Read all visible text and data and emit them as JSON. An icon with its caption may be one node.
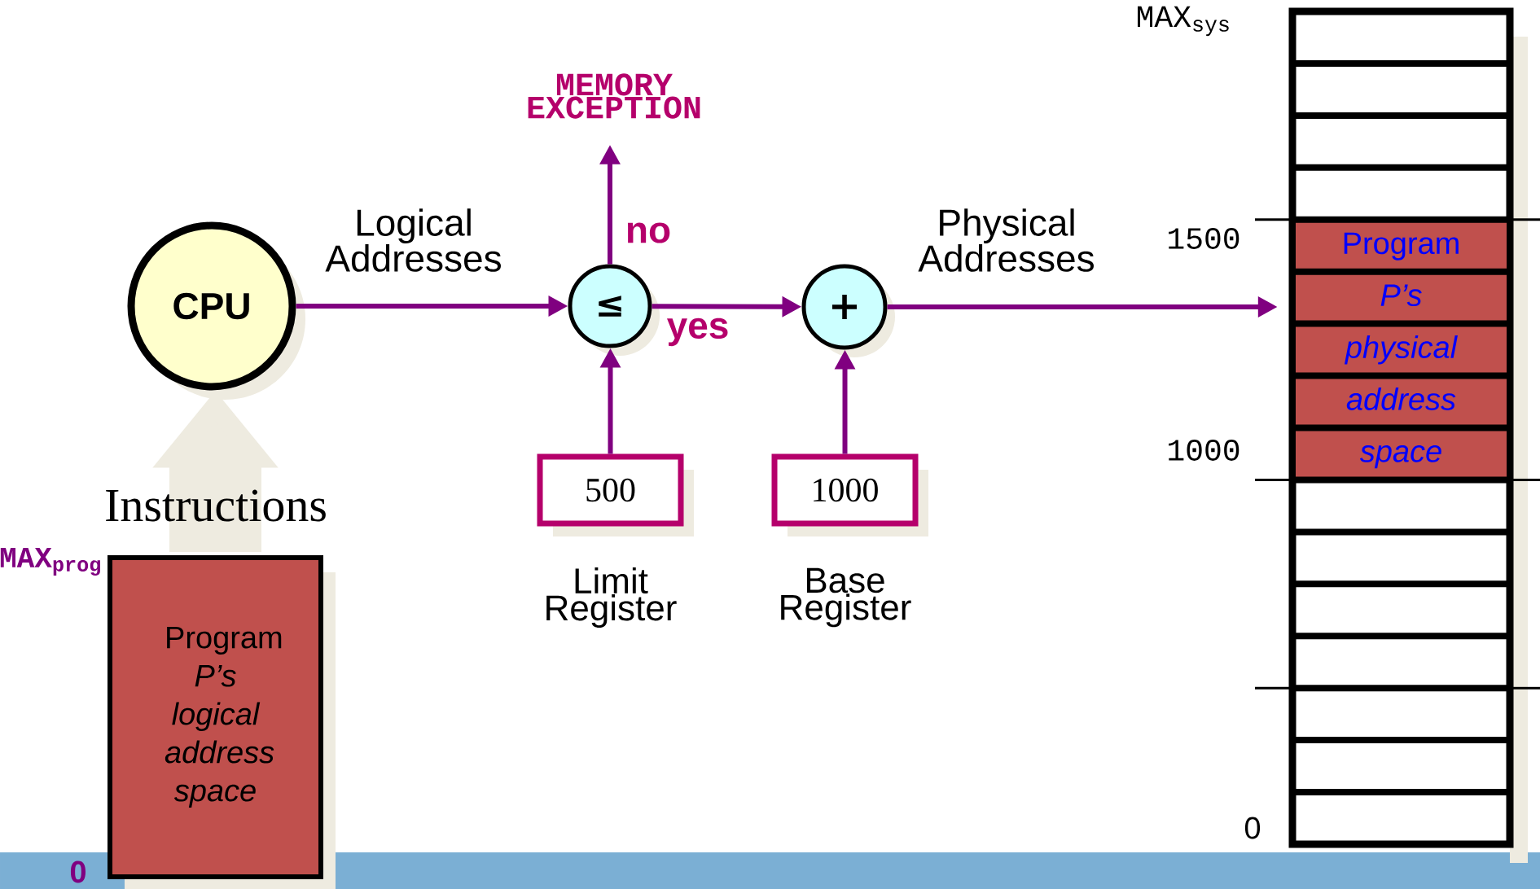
{
  "diagram": {
    "nodes": [
      {
        "text": [
          "MEMORY EXCEPTION"
        ]
      },
      {
        "text": [
          "CPU"
        ]
      },
      {
        "text": [
          "≤"
        ]
      },
      {
        "text": [
          "+"
        ]
      },
      {
        "text": [],
        "shape": "box"
      },
      {
        "text": [
          "Program",
          "P’s physical address space"
        ],
        "in": 4
      },
      {
        "text": [
          "500"
        ],
        "beside": [
          "Limit Register"
        ]
      },
      {
        "text": [
          "1000"
        ],
        "beside": [
          "Base Register"
        ]
      },
      {
        "text": [
          "Program",
          "P’s logical address space"
        ]
      }
    ],
    "edges": [
      {
        "from": 1,
        "to": 2,
        "arrow": "to",
        "label": "Logical Addresses"
      },
      {
        "from": 2,
        "to": 0,
        "arrow": "to",
        "label": "no"
      },
      {
        "from": 2,
        "to": 3,
        "arrow": "to",
        "label": "yes"
      },
      {
        "from": 3,
        "to": 5,
        "arrow": "to",
        "label": "Physical Addresses"
      },
      {
        "from": 6,
        "to": 2,
        "arrow": "to"
      },
      {
        "from": 7,
        "to": 3,
        "arrow": "to"
      },
      {
        "from": 8,
        "to": 1,
        "arrow": "to",
        "label": "Instructions",
        "style": "thick",
        "color": "#eeebe0"
      }
    ],
    "labels": [
      "MAX$_{sys}$",
      "1500",
      "1000",
      "MAX$_{prog}$",
      "0",
      "0"
    ]
  }
}
